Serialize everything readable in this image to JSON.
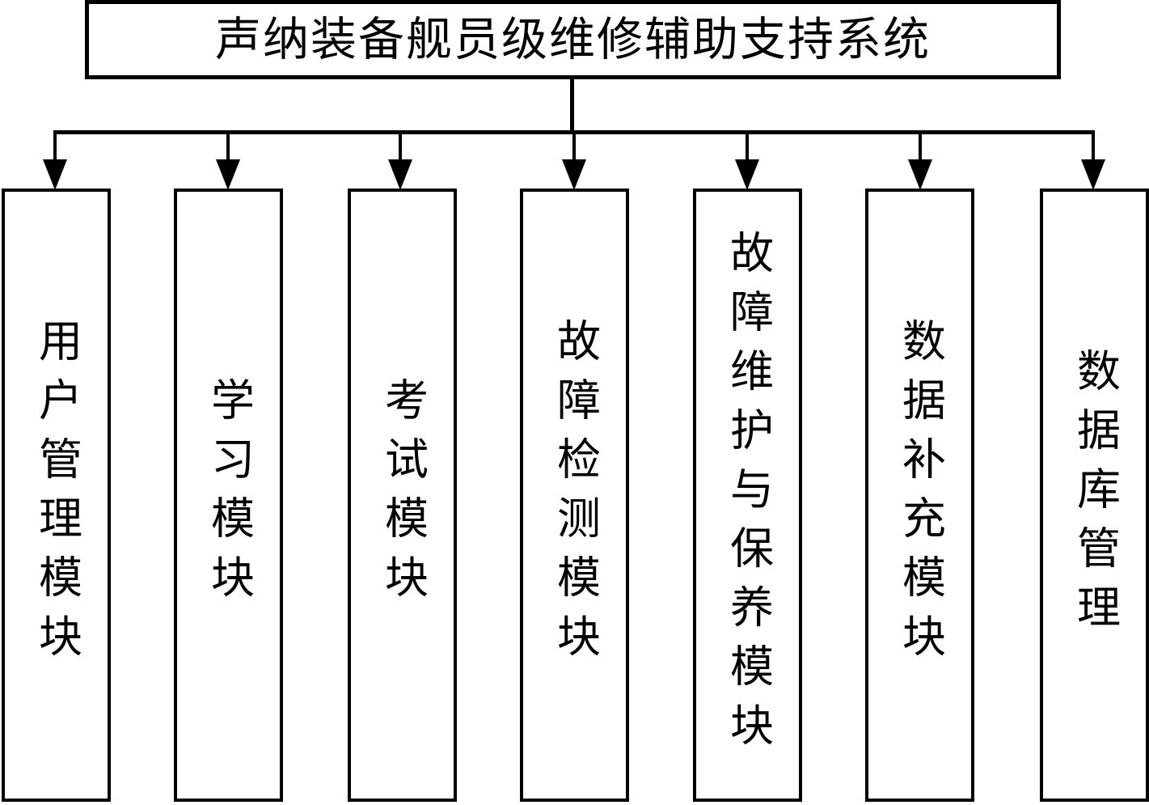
{
  "diagram": {
    "title": "声纳装备舰员级维修辅助支持系统",
    "modules": [
      "用户管理模块",
      "学习模块",
      "考试模块",
      "故障检测模块",
      "故障维护与保养模块",
      "数据补充模块",
      "数据库管理"
    ],
    "colors": {
      "line": "#000000",
      "background": "#ffffff",
      "text": "#000000"
    }
  }
}
